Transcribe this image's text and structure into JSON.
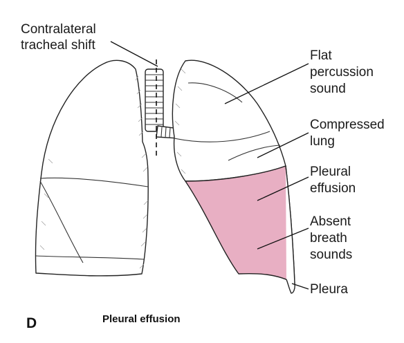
{
  "figure": {
    "panel_letter": "D",
    "caption": "Pleural effusion",
    "colors": {
      "effusion_fill": "#e8afc3",
      "line": "#222222",
      "background": "#ffffff"
    }
  },
  "labels": {
    "tracheal_shift": [
      "Contralateral",
      "tracheal shift"
    ],
    "flat_percussion": [
      "Flat",
      "percussion",
      "sound"
    ],
    "compressed_lung": [
      "Compressed",
      "lung"
    ],
    "pleural_effusion": [
      "Pleural",
      "effusion"
    ],
    "absent_breath": [
      "Absent",
      "breath",
      "sounds"
    ],
    "pleura": [
      "Pleura"
    ]
  }
}
